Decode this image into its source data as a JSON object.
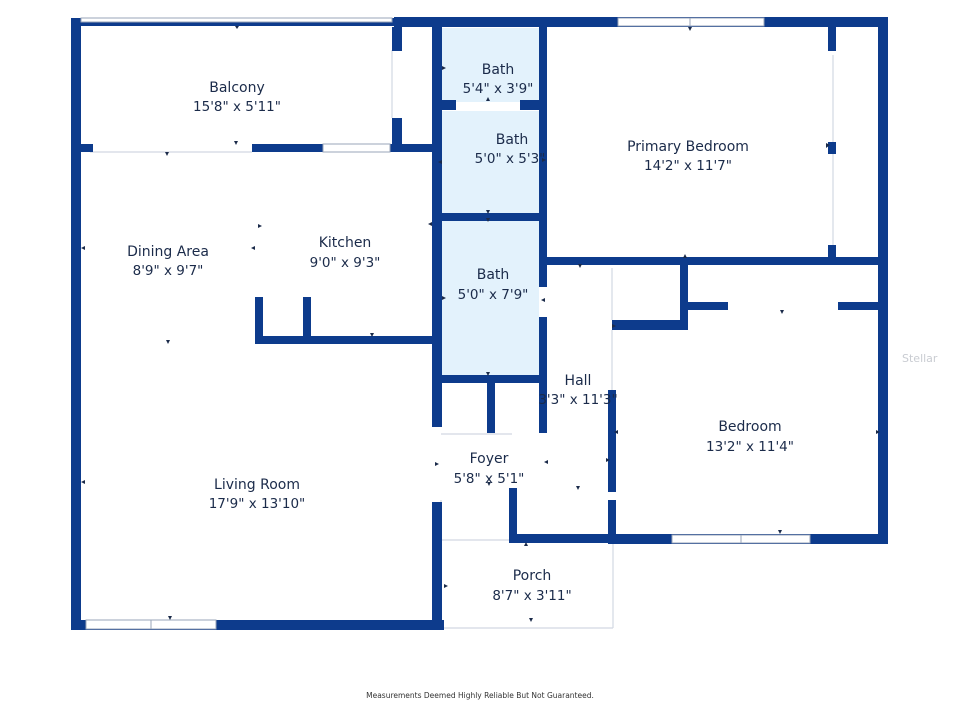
{
  "rooms": [
    {
      "id": "balcony",
      "name": "Balcony",
      "dims": "15'8\" x 5'11\""
    },
    {
      "id": "bath-1",
      "name": "Bath",
      "dims": "5'4\" x 3'9\""
    },
    {
      "id": "bath-2",
      "name": "Bath",
      "dims": "5'0\" x 5'3\""
    },
    {
      "id": "primary-bedroom",
      "name": "Primary Bedroom",
      "dims": "14'2\" x 11'7\""
    },
    {
      "id": "dining-area",
      "name": "Dining Area",
      "dims": "8'9\" x 9'7\""
    },
    {
      "id": "kitchen",
      "name": "Kitchen",
      "dims": "9'0\" x 9'3\""
    },
    {
      "id": "bath-3",
      "name": "Bath",
      "dims": "5'0\" x 7'9\""
    },
    {
      "id": "hall",
      "name": "Hall",
      "dims": "3'3\" x 11'3\""
    },
    {
      "id": "bedroom",
      "name": "Bedroom",
      "dims": "13'2\" x 11'4\""
    },
    {
      "id": "foyer",
      "name": "Foyer",
      "dims": "5'8\" x 5'1\""
    },
    {
      "id": "living-room",
      "name": "Living Room",
      "dims": "17'9\" x 13'10\""
    },
    {
      "id": "porch",
      "name": "Porch",
      "dims": "8'7\" x 3'11\""
    }
  ],
  "watermark": "Stellar",
  "disclaimer": "Measurements Deemed Highly Reliable But Not Guaranteed.",
  "colors": {
    "wall": "#0d3b8c",
    "bath_fill": "#e3f2fc",
    "text": "#1b2b4a"
  }
}
